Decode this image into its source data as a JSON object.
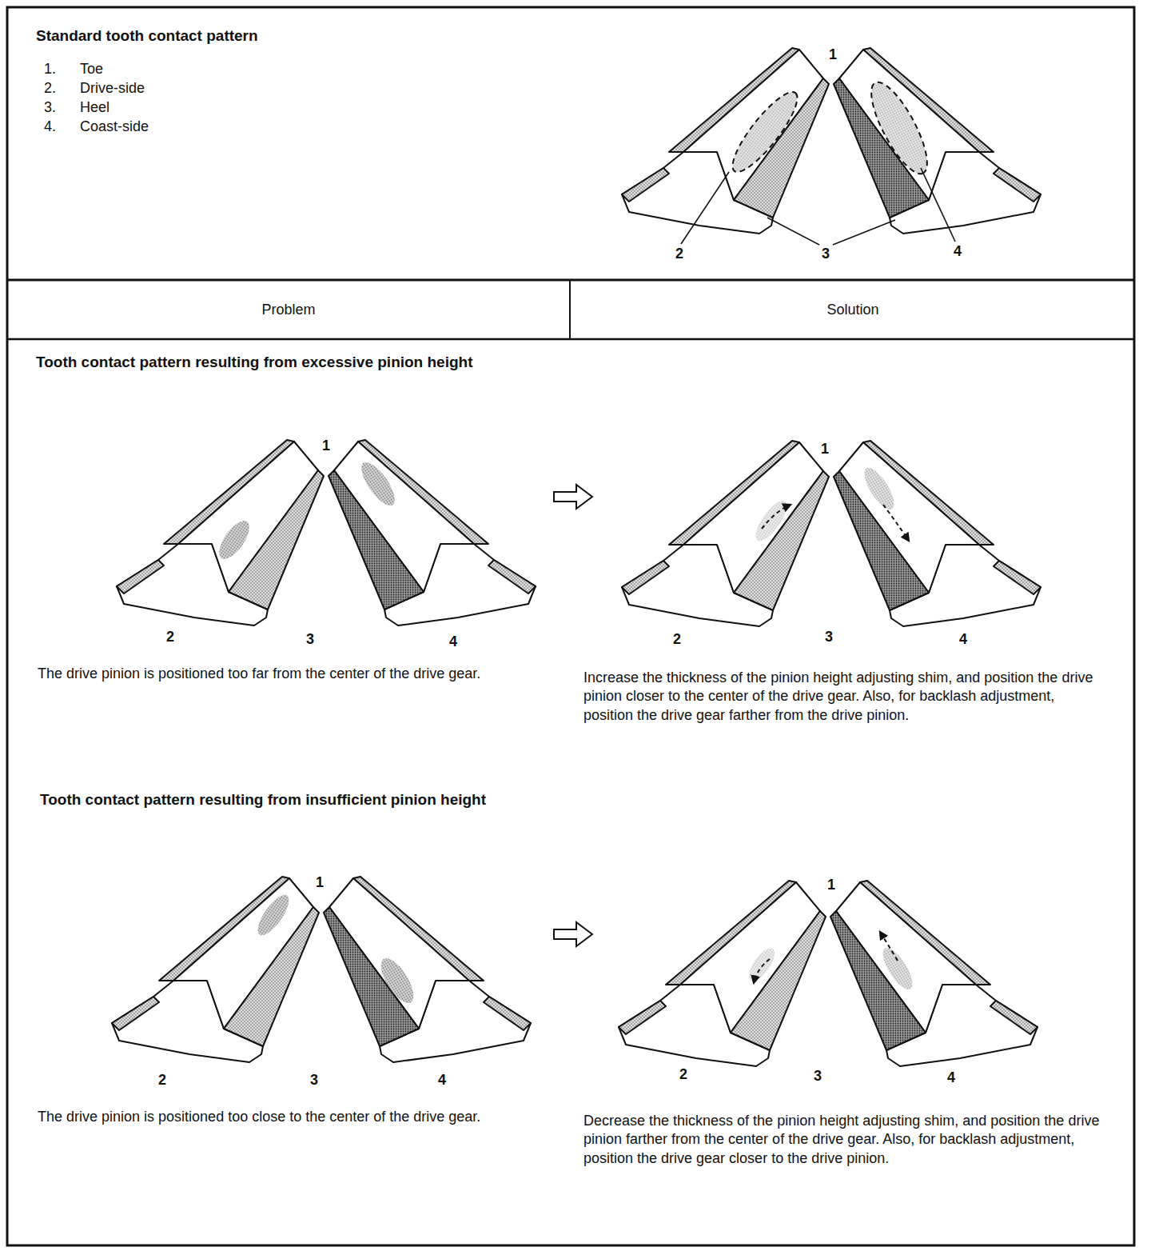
{
  "diagram": {
    "nodes": [
      {
        "text": [
          "Problem"
        ]
      },
      {
        "text": [
          "Solution"
        ]
      }
    ],
    "labels": [
      "Standard tooth contact pattern",
      "1.",
      "Toe",
      "2.",
      "Drive-side",
      "3.",
      "Heel",
      "4.",
      "Coast-side",
      "1",
      "2",
      "3",
      "4",
      "Tooth contact pattern resulting from excessive pinion height",
      "1",
      "2",
      "3",
      "4",
      "The drive pinion is positioned too far from the center of the drive gear.",
      "1",
      "2",
      "3",
      "4",
      "Increase the thickness of the pinion height adjusting shim, and position the drive pinion closer to the center of the drive gear. Also, for backlash adjustment, position the drive gear farther from the drive pinion.",
      "Tooth contact pattern resulting from insufficient pinion height",
      "1",
      "2",
      "3",
      "4",
      "The drive pinion is positioned too close to the center of the drive gear.",
      "1",
      "2",
      "3",
      "4",
      "Decrease the thickness of the pinion height adjusting shim, and position the drive pinion farther from the center of the drive gear. Also, for backlash adjustment, position the drive gear closer to the drive pinion."
    ]
  }
}
